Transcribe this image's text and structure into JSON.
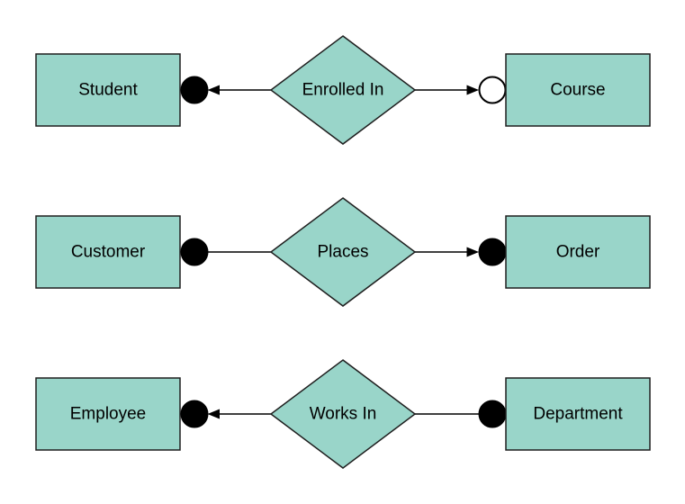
{
  "diagram": {
    "type": "entity-relationship-diagram",
    "background": "#ffffff",
    "colors": {
      "shape_fill": "#99d5c9",
      "shape_stroke": "#1f1f1f",
      "connector": "#000000",
      "text": "#000000",
      "filled_terminator": "#000000",
      "open_terminator": "#ffffff"
    },
    "rows": [
      {
        "left_entity": "Student",
        "relationship": "Enrolled In",
        "right_entity": "Course",
        "left_terminator": "filled-circle",
        "left_arrowhead": "points-left-toward-entity",
        "right_terminator": "open-circle",
        "right_arrowhead": "points-right-toward-entity"
      },
      {
        "left_entity": "Customer",
        "relationship": "Places",
        "right_entity": "Order",
        "left_terminator": "filled-circle",
        "left_arrowhead": "none",
        "right_terminator": "filled-circle",
        "right_arrowhead": "points-right-toward-entity"
      },
      {
        "left_entity": "Employee",
        "relationship": "Works In",
        "right_entity": "Department",
        "left_terminator": "filled-circle",
        "left_arrowhead": "points-left-toward-entity",
        "right_terminator": "filled-circle",
        "right_arrowhead": "none"
      }
    ]
  }
}
